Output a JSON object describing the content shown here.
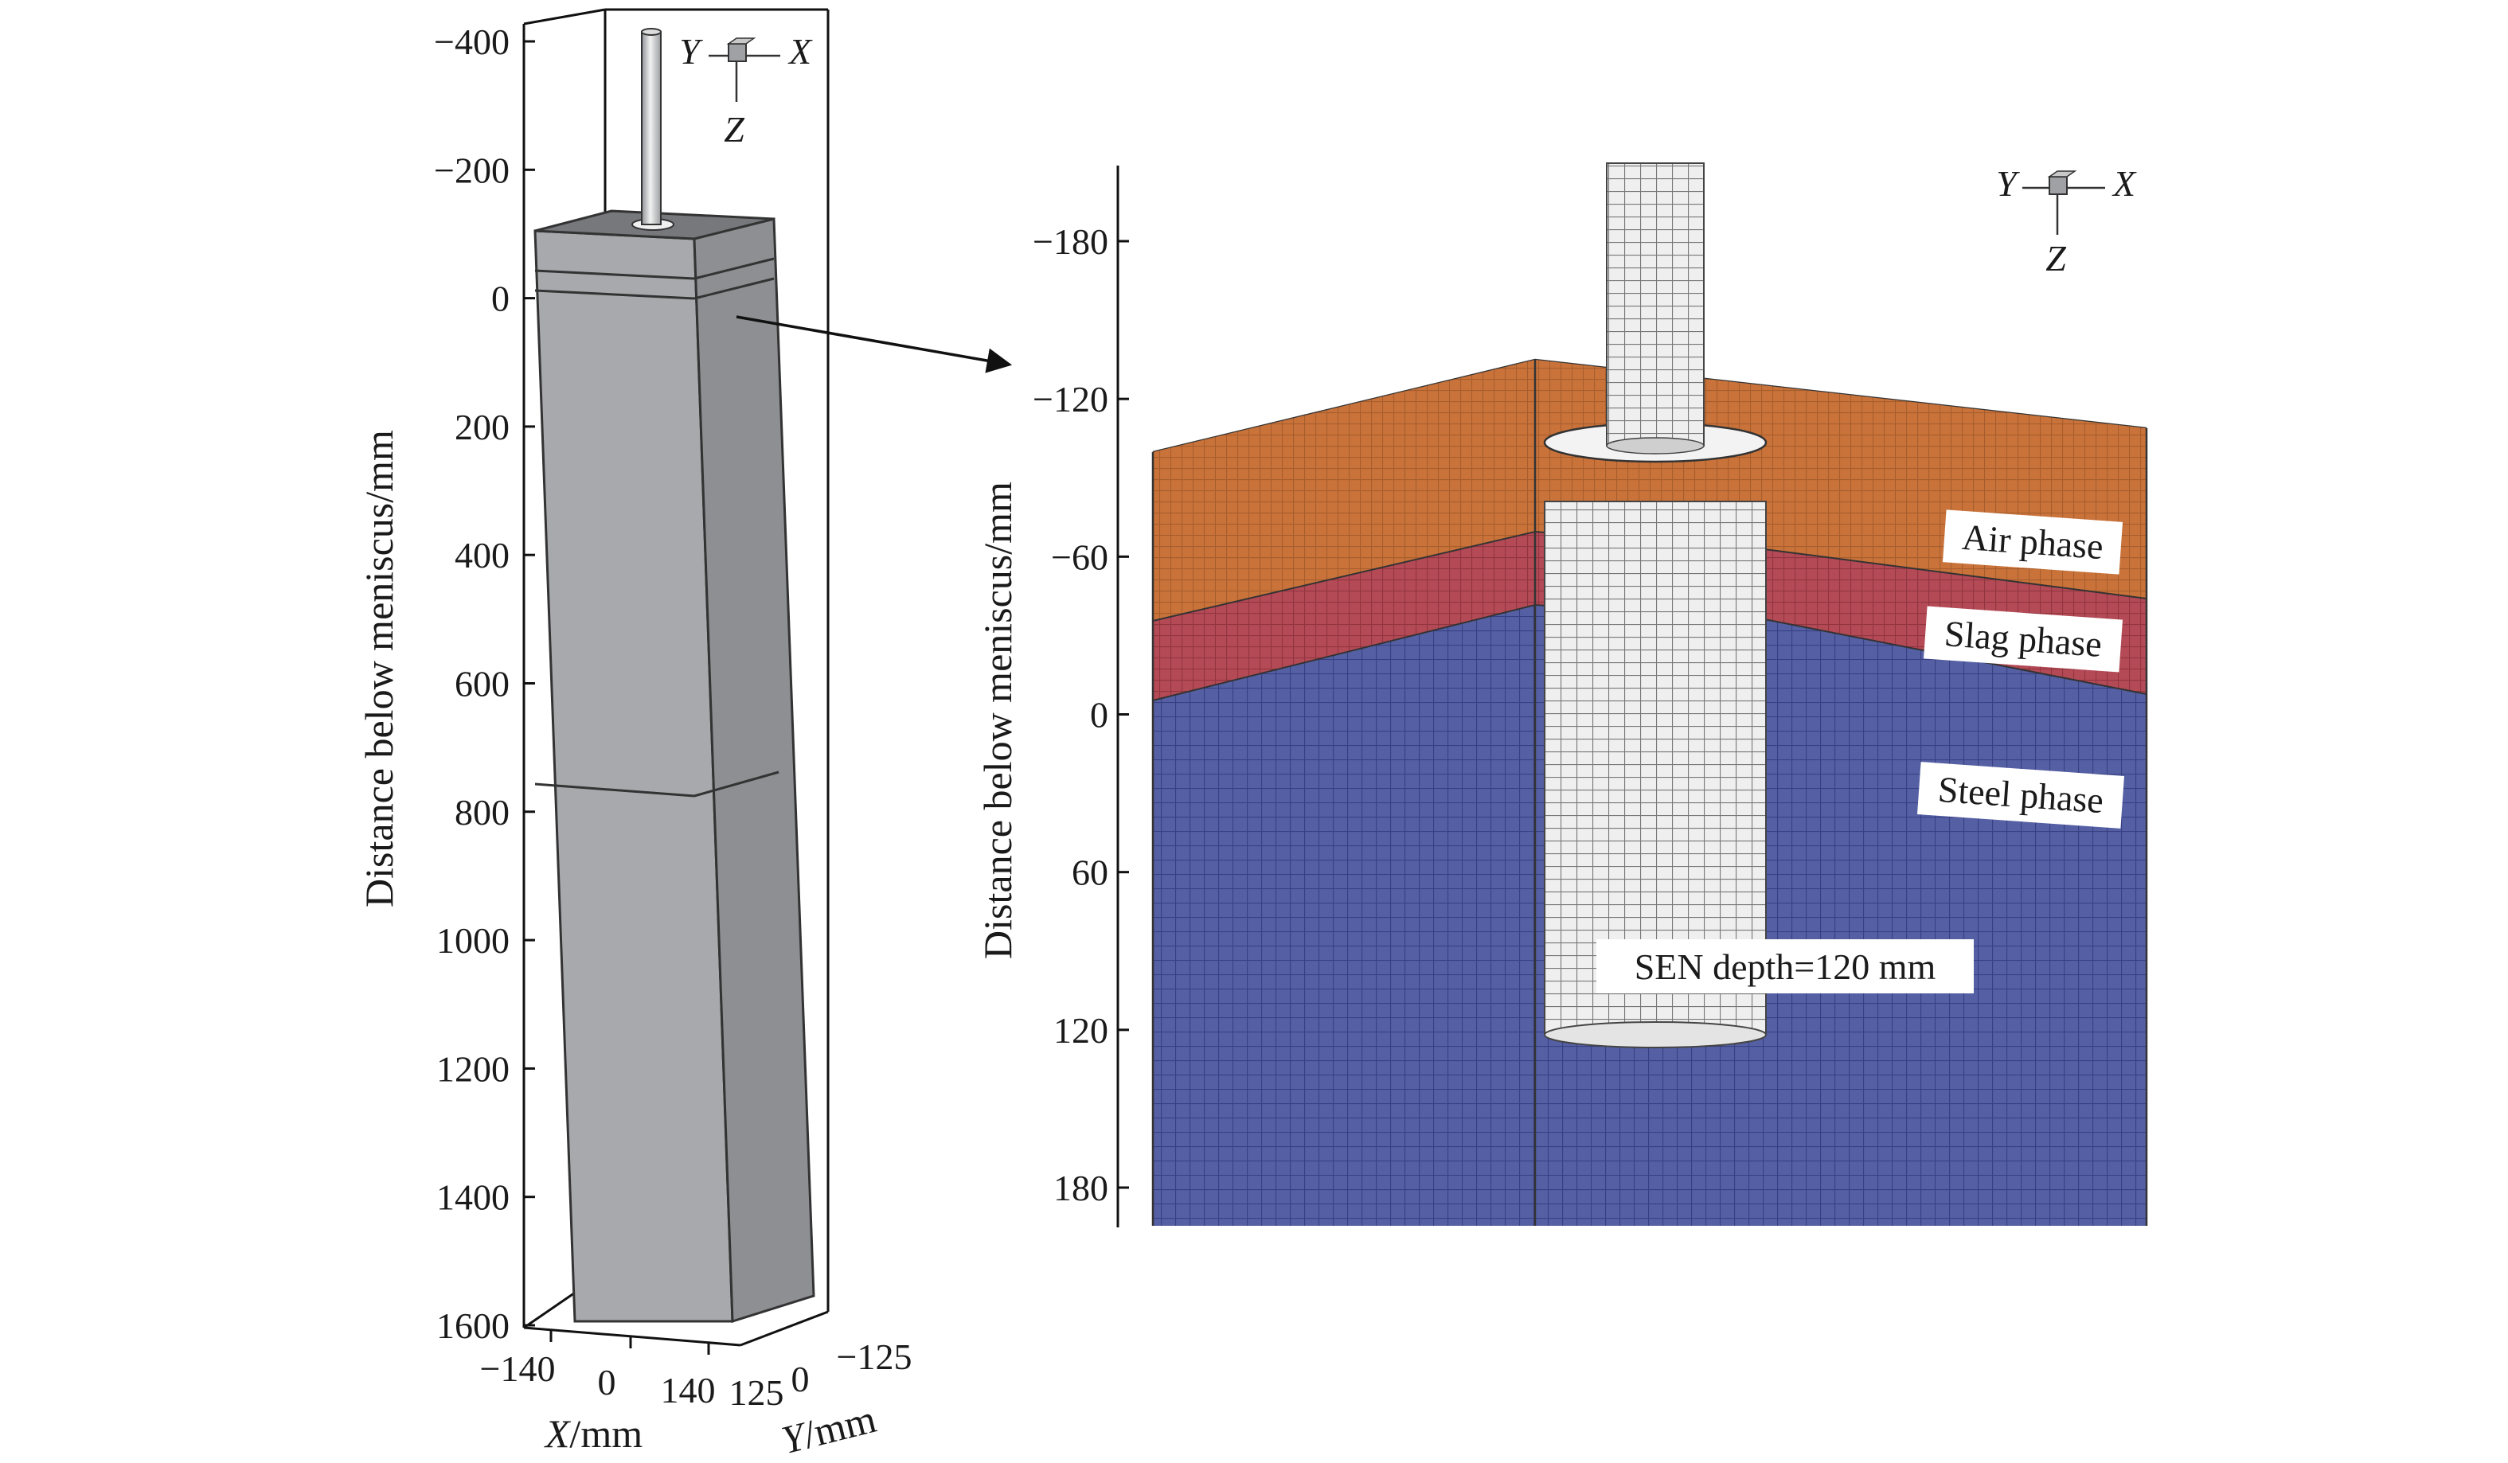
{
  "left_panel": {
    "ylabel": "Distance below meniscus/mm",
    "yticks": [
      "−400",
      "−200",
      "0",
      "200",
      "400",
      "600",
      "800",
      "1000",
      "1200",
      "1400",
      "1600"
    ],
    "ytick_values": [
      -400,
      -200,
      0,
      200,
      400,
      600,
      800,
      1000,
      1200,
      1400,
      1600
    ],
    "xticks": [
      "−140",
      "0",
      "140"
    ],
    "xlabel_var": "X",
    "xlabel_unit": "/mm",
    "yaxis2_ticks": [
      "125",
      "0",
      "−125"
    ],
    "ylabel2_var": "Y",
    "ylabel2_unit": "/mm",
    "triad": {
      "y": "Y",
      "x": "X",
      "z": "Z"
    }
  },
  "right_panel": {
    "ylabel": "Distance below meniscus/mm",
    "yticks": [
      "−180",
      "−120",
      "−60",
      "0",
      "60",
      "120",
      "180"
    ],
    "ytick_values": [
      -180,
      -120,
      -60,
      0,
      60,
      120,
      180
    ],
    "triad": {
      "y": "Y",
      "x": "X",
      "z": "Z"
    },
    "labels": {
      "air": "Air phase",
      "slag": "Slag phase",
      "steel": "Steel phase",
      "sen": "SEN depth=120 mm"
    }
  },
  "colors": {
    "mold": "#a7a9ad",
    "air": "#c9733a",
    "slag": "#b44a56",
    "steel": "#5560a4",
    "sen": "#eeeeee"
  }
}
